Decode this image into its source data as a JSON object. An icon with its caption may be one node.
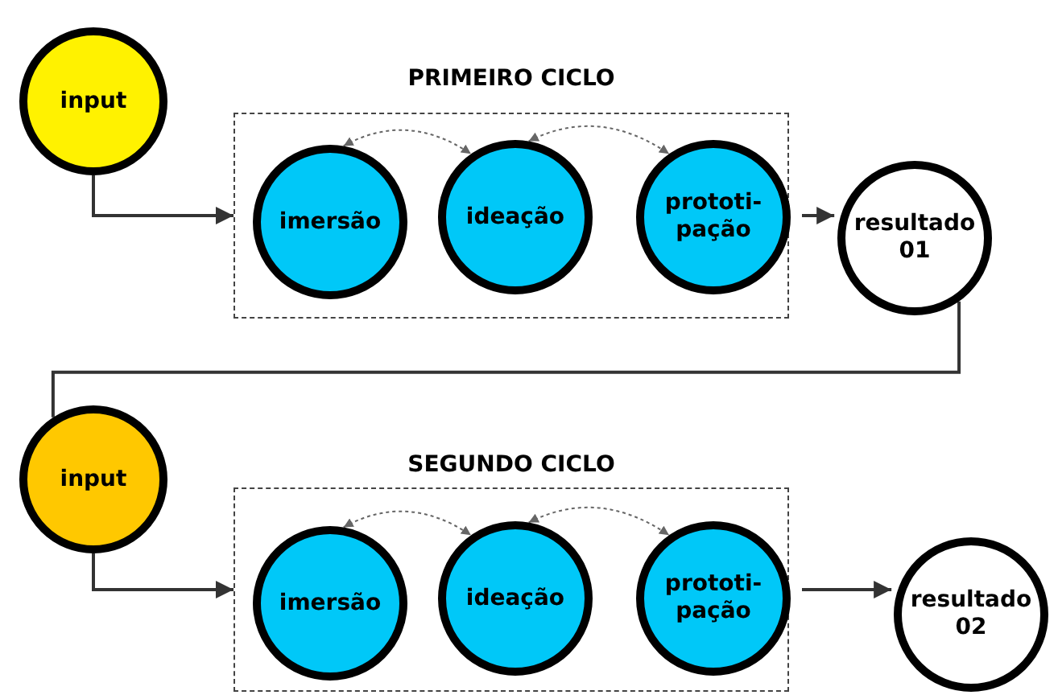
{
  "diagram": {
    "nodes": [
      {
        "text": [
          "input"
        ]
      },
      {
        "text": [
          "PRIMEIRO CICLO"
        ]
      },
      {
        "text": [
          "imersão"
        ],
        "in": 1
      },
      {
        "text": [
          "ideação"
        ],
        "in": 1
      },
      {
        "text": [
          "prototi- pação"
        ],
        "in": 1
      },
      {
        "text": [
          "resultado 01"
        ]
      },
      {
        "text": [
          "input"
        ]
      },
      {
        "text": [
          "SEGUNDO CICLO"
        ]
      },
      {
        "text": [
          "imersão"
        ],
        "in": 7
      },
      {
        "text": [
          "ideação"
        ],
        "in": 7
      },
      {
        "text": [
          "prototi- pação"
        ],
        "in": 7
      },
      {
        "text": [
          "resultado 02"
        ]
      }
    ],
    "edges": [
      {
        "from": 0,
        "to": 1,
        "arrow": "to"
      },
      {
        "from": 2,
        "to": 3,
        "arrow": "both",
        "style": "dashed",
        "color": "#666666"
      },
      {
        "from": 3,
        "to": 4,
        "arrow": "both",
        "style": "dashed",
        "color": "#666666"
      },
      {
        "from": 1,
        "to": 5,
        "arrow": "to"
      },
      {
        "from": 5,
        "to": 6,
        "arrow": "none"
      },
      {
        "from": 6,
        "to": 7,
        "arrow": "to"
      },
      {
        "from": 8,
        "to": 9,
        "arrow": "both",
        "style": "dashed",
        "color": "#666666"
      },
      {
        "from": 9,
        "to": 10,
        "arrow": "both",
        "style": "dashed",
        "color": "#666666"
      },
      {
        "from": 7,
        "to": 11,
        "arrow": "to"
      }
    ]
  }
}
